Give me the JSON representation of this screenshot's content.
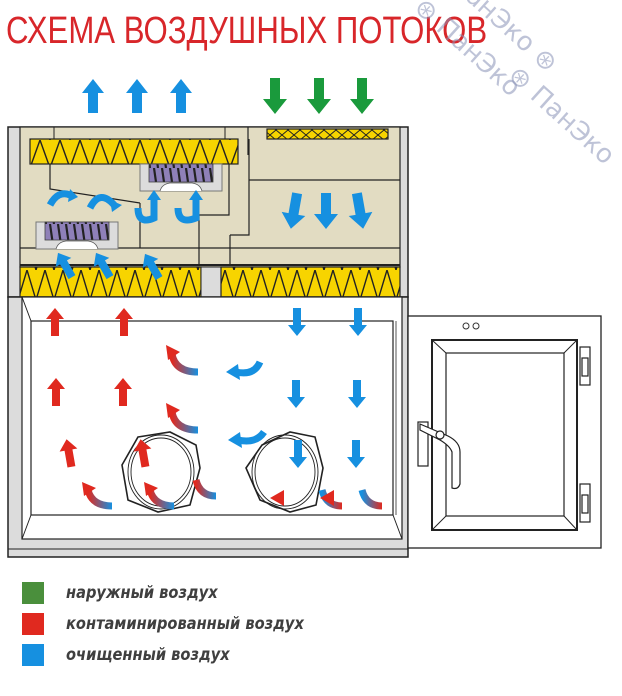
{
  "title": "СХЕМА ВОЗДУШНЫХ ПОТОКОВ",
  "colors": {
    "outside_air": "#3a8a3c",
    "contaminated_air": "#e0291f",
    "clean_air": "#1690e0",
    "filter_yellow": "#f7d400",
    "housing_beige": "#e2dcc2",
    "frame_gray": "#dcdcdc",
    "fan_purple": "#7b6aa8",
    "title_red": "#d8262a",
    "legend_text": "#3f3f3f"
  },
  "legend": [
    {
      "label": "наружный воздух",
      "color_key": "outside_air"
    },
    {
      "label": "контаминированный воздух",
      "color_key": "contaminated_air"
    },
    {
      "label": "очищенный воздух",
      "color_key": "clean_air"
    }
  ],
  "watermark": {
    "text": "ПанЭко"
  },
  "diagram": {
    "components": [
      "exhaust-hepa-filter",
      "inlet-prefilter",
      "main-hepa-filter",
      "exhaust-fan",
      "recirculation-fan",
      "work-chamber",
      "glove-port-left",
      "glove-port-right",
      "transfer-chamber-door",
      "door-handle",
      "door-hinges"
    ],
    "flows": {
      "exhaust_out": 3,
      "outside_in": 3
    }
  }
}
